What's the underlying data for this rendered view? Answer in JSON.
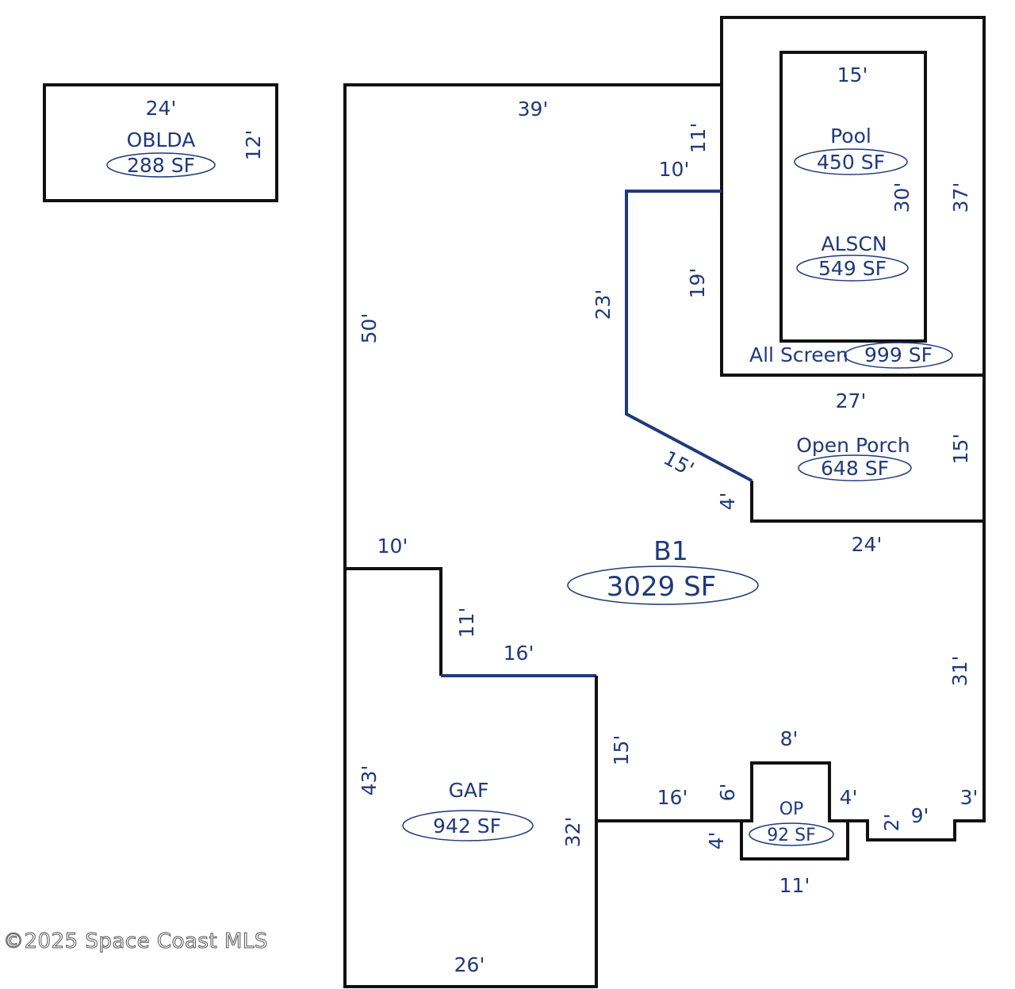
{
  "colors": {
    "wall": "#111111",
    "label": "#1f3a7a",
    "background": "#ffffff"
  },
  "areas": {
    "oblda": {
      "name": "OBLDA",
      "sf": "288 SF"
    },
    "pool": {
      "name": "Pool",
      "sf": "450 SF"
    },
    "alscn": {
      "name": "ALSCN",
      "sf": "549 SF"
    },
    "all_screen": {
      "name": "All Screen",
      "sf": "999 SF"
    },
    "open_porch": {
      "name": "Open Porch",
      "sf": "648 SF"
    },
    "b1": {
      "name": "B1",
      "sf": "3029 SF"
    },
    "gaf": {
      "name": "GAF",
      "sf": "942 SF"
    },
    "op": {
      "name": "OP",
      "sf": "92 SF"
    }
  },
  "dimensions": {
    "oblda_width": "24'",
    "oblda_height": "12'",
    "top_wall": "39'",
    "screen_left_upper": "11'",
    "notch_top": "10'",
    "pool_width": "15'",
    "pool_height": "30'",
    "screen_right": "37'",
    "left_wall": "50'",
    "inner_left": "23'",
    "screen_left_lower": "19'",
    "porch_top": "27'",
    "porch_right": "15'",
    "diagonal": "15'",
    "small_step": "4'",
    "porch_bottom": "24'",
    "garage_notch_top": "10'",
    "garage_notch_side": "11'",
    "garage_top": "16'",
    "right_wall": "31'",
    "garage_right_upper": "15'",
    "garage_left": "43'",
    "garage_right": "32'",
    "front_wall": "16'",
    "op_top": "8'",
    "op_left": "6'",
    "op_right": "4'",
    "op_lower_left": "4'",
    "op_bottom": "11'",
    "jog_height": "2'",
    "jog_width": "9'",
    "jog_right": "3'",
    "garage_bottom": "26'"
  },
  "copyright": "©2025 Space Coast MLS"
}
